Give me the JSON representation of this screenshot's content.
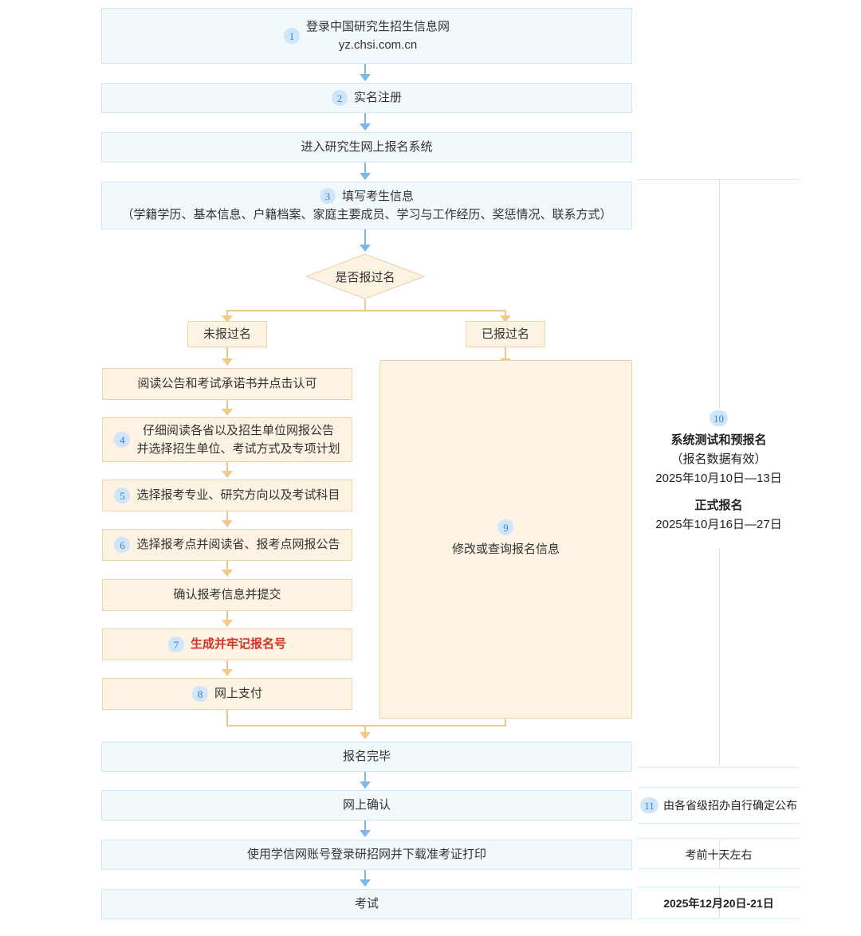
{
  "chart_data": {
    "type": "diagram",
    "title": "研究生网上报名流程图",
    "nodes": [
      {
        "id": "n1",
        "step": "1",
        "text": "登录中国研究生招生信息网",
        "subtext": "yz.chsi.com.cn",
        "style": "blue"
      },
      {
        "id": "n2",
        "step": "2",
        "text": "实名注册",
        "style": "blue"
      },
      {
        "id": "n3",
        "step": "",
        "text": "进入研究生网上报名系统",
        "style": "blue"
      },
      {
        "id": "n4",
        "step": "3",
        "text": "填写考生信息",
        "subtext": "（学籍学历、基本信息、户籍档案、家庭主要成员、学习与工作经历、奖惩情况、联系方式）",
        "style": "blue"
      },
      {
        "id": "d1",
        "step": "",
        "text": "是否报过名",
        "style": "decision"
      },
      {
        "id": "b1",
        "step": "",
        "text": "未报过名",
        "style": "orange"
      },
      {
        "id": "b2",
        "step": "",
        "text": "已报过名",
        "style": "orange"
      },
      {
        "id": "n5",
        "step": "",
        "text": "阅读公告和考试承诺书并点击认可",
        "style": "orange"
      },
      {
        "id": "n6",
        "step": "4",
        "text": "仔细阅读各省以及招生单位网报公告",
        "subtext": "并选择招生单位、考试方式及专项计划",
        "style": "orange"
      },
      {
        "id": "n7",
        "step": "5",
        "text": "选择报考专业、研究方向以及考试科目",
        "style": "orange"
      },
      {
        "id": "n8",
        "step": "6",
        "text": "选择报考点并阅读省、报考点网报公告",
        "style": "orange"
      },
      {
        "id": "n9",
        "step": "",
        "text": "确认报考信息并提交",
        "style": "orange"
      },
      {
        "id": "n10",
        "step": "7",
        "text": "生成并牢记报名号",
        "style": "orange",
        "emphasis": "red"
      },
      {
        "id": "n11",
        "step": "8",
        "text": "网上支付",
        "style": "orange"
      },
      {
        "id": "n12",
        "step": "9",
        "text": "修改或查询报名信息",
        "style": "orange"
      },
      {
        "id": "n13",
        "step": "",
        "text": "报名完毕",
        "style": "blue"
      },
      {
        "id": "n14",
        "step": "",
        "text": "网上确认",
        "style": "blue"
      },
      {
        "id": "n15",
        "step": "",
        "text": "使用学信网账号登录研招网并下载准考证打印",
        "style": "blue"
      },
      {
        "id": "n16",
        "step": "",
        "text": "考试",
        "style": "blue"
      }
    ]
  },
  "flow": {
    "box1": {
      "step": "1",
      "line1": "登录中国研究生招生信息网",
      "line2": "yz.chsi.com.cn"
    },
    "box2": {
      "step": "2",
      "text": "实名注册"
    },
    "box3": {
      "text": "进入研究生网上报名系统"
    },
    "box4": {
      "step": "3",
      "line1": "填写考生信息",
      "line2": "（学籍学历、基本信息、户籍档案、家庭主要成员、学习与工作经历、奖惩情况、联系方式）"
    },
    "decision": {
      "text": "是否报过名"
    },
    "branch_left": {
      "text": "未报过名"
    },
    "branch_right": {
      "text": "已报过名"
    },
    "left_steps": [
      {
        "step": "",
        "text": "阅读公告和考试承诺书并点击认可"
      },
      {
        "step": "4",
        "line1": "仔细阅读各省以及招生单位网报公告",
        "line2": "并选择招生单位、考试方式及专项计划"
      },
      {
        "step": "5",
        "text": "选择报考专业、研究方向以及考试科目"
      },
      {
        "step": "6",
        "text": "选择报考点并阅读省、报考点网报公告"
      },
      {
        "step": "",
        "text": "确认报考信息并提交"
      },
      {
        "step": "7",
        "text": "生成并牢记报名号"
      },
      {
        "step": "8",
        "text": "网上支付"
      }
    ],
    "right_branch": {
      "step": "9",
      "text": "修改或查询报名信息"
    },
    "tail_steps": [
      {
        "text": "报名完毕"
      },
      {
        "text": "网上确认"
      },
      {
        "text": "使用学信网账号登录研招网并下载准考证打印"
      },
      {
        "text": "考试"
      }
    ]
  },
  "right_panel": {
    "step10": {
      "badge": "10",
      "title": "系统测试和预报名",
      "note": "（报名数据有效）",
      "date": "2025年10月10日—13日",
      "title2": "正式报名",
      "date2": "2025年10月16日—27日"
    },
    "row11": {
      "badge": "11",
      "text": "由各省级招办自行确定公布"
    },
    "row12": {
      "text": "考前十天左右"
    },
    "row13": {
      "text": "2025年12月20日-21日"
    }
  },
  "colors": {
    "blue_fill": "#f2f9fd",
    "blue_border": "#cfe7f3",
    "orange_fill": "#fcf3e2",
    "orange_border": "#e8d6ae",
    "badge_bg": "#cfe5f9",
    "badge_text": "#3d7fc1",
    "arrow_blue": "#7eb8e8",
    "arrow_orange": "#f3c98b",
    "red_emphasis": "#d93025"
  }
}
